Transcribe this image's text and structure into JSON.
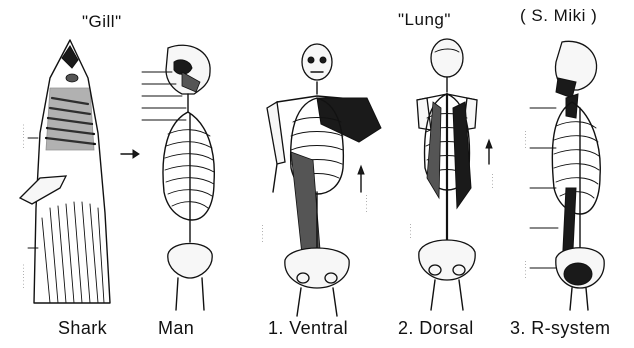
{
  "headers": {
    "gill": "\"Gill\"",
    "lung": "\"Lung\"",
    "author": "( S. Miki )"
  },
  "captions": {
    "shark": "Shark",
    "man": "Man",
    "ventral": "1. Ventral",
    "dorsal": "2. Dorsal",
    "r_system": "3. R-system"
  },
  "colors": {
    "ink": "#111111",
    "background": "#ffffff"
  },
  "figures": [
    "shark-gill-musculature",
    "man-skeleton-head-neck",
    "ventral-skeleton-musculature",
    "dorsal-skeleton-musculature",
    "r-system-skeleton-lateral"
  ]
}
